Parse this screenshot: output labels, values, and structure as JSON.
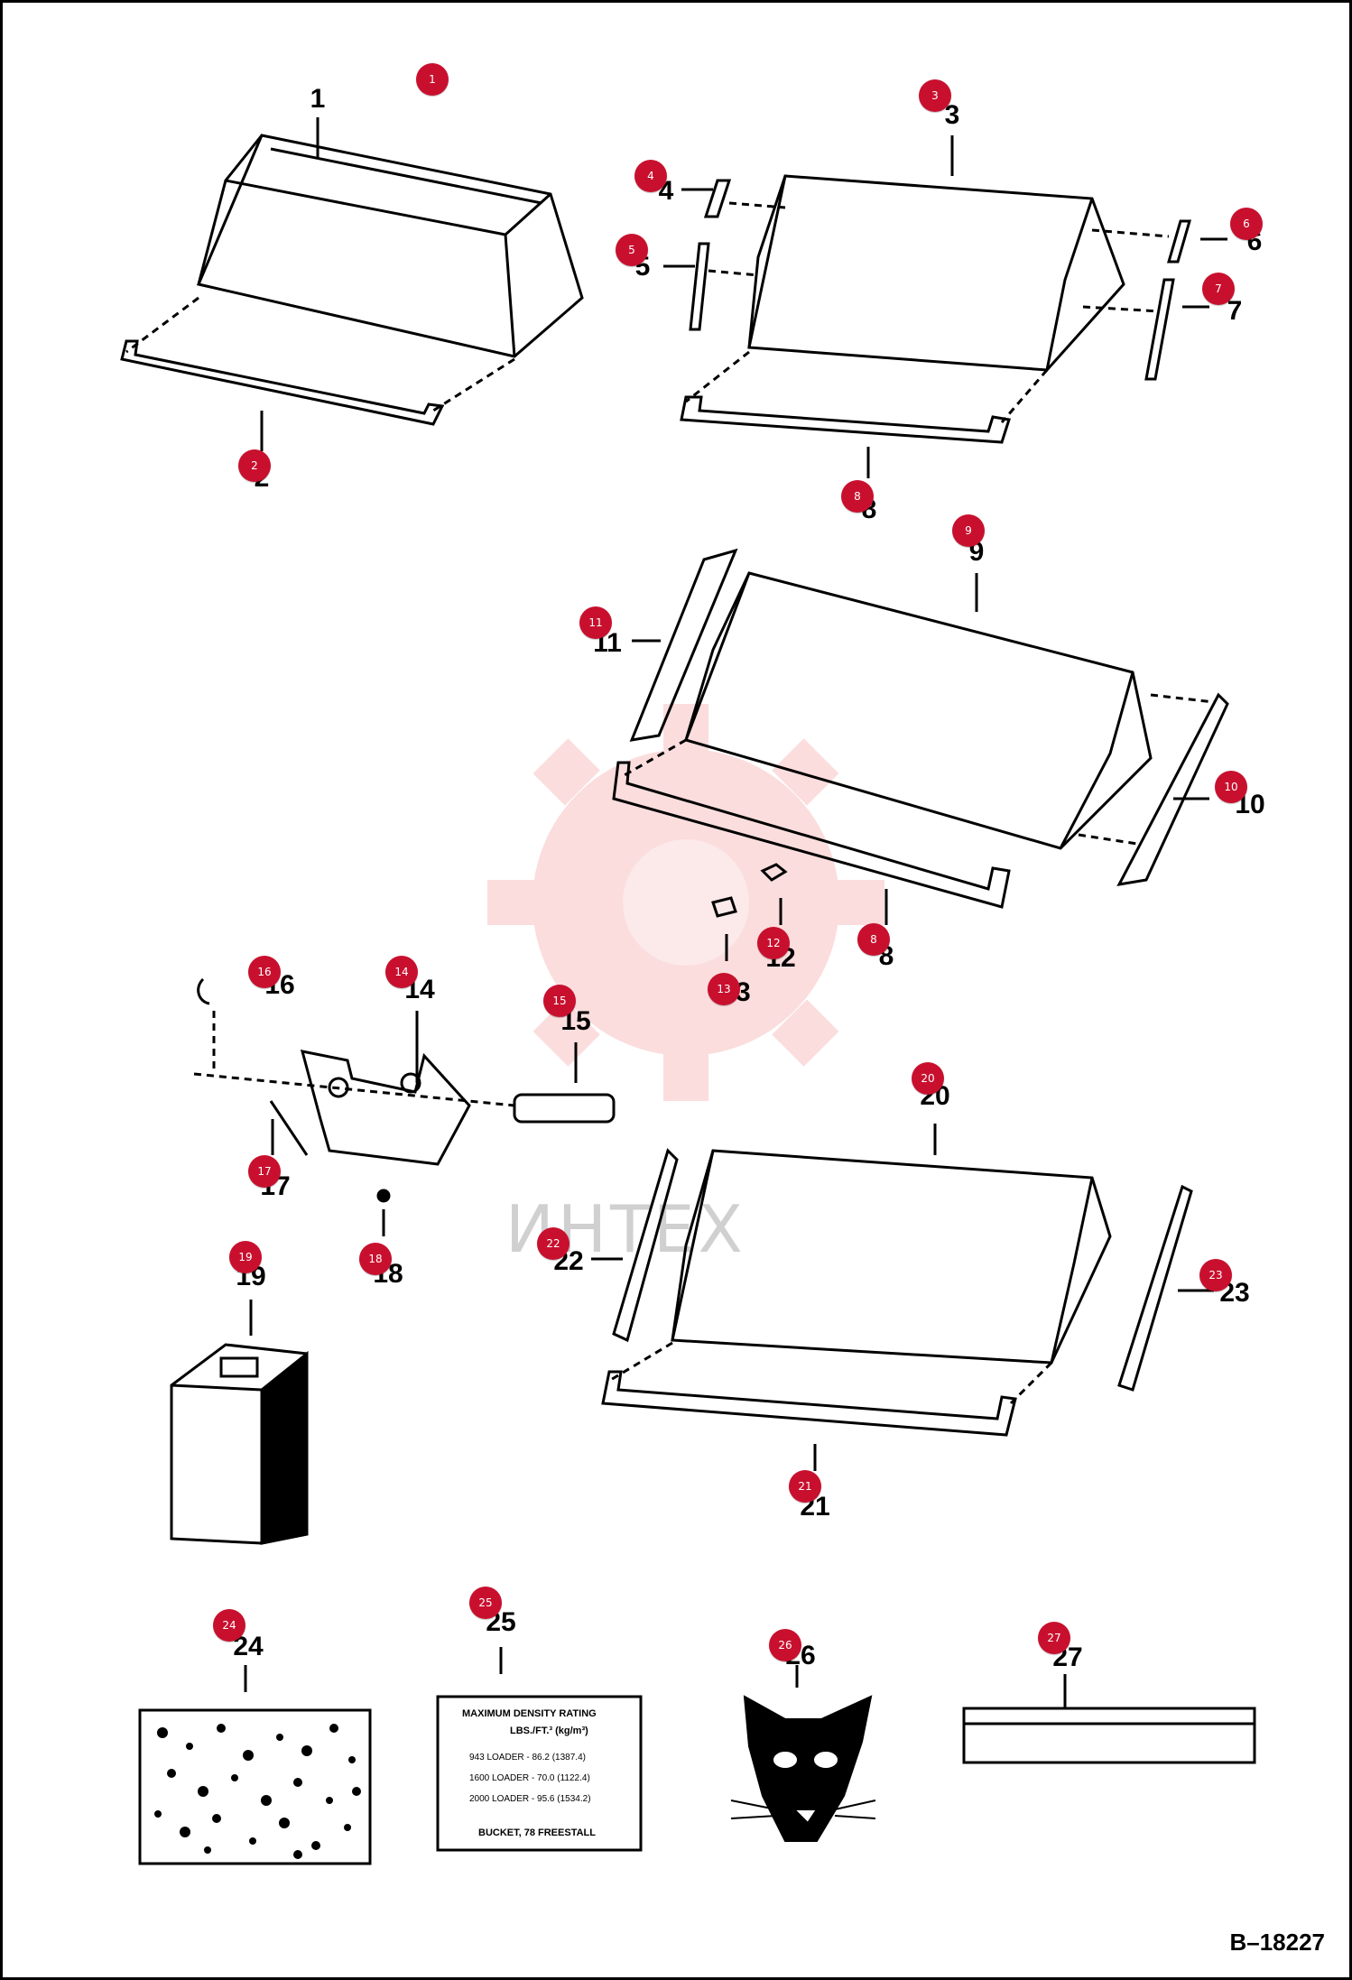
{
  "figure_id": "B–18227",
  "watermark": "ИНТЕХ",
  "callouts": [
    {
      "id": "1",
      "label": "1"
    },
    {
      "id": "2",
      "label": "2"
    },
    {
      "id": "3",
      "label": "3"
    },
    {
      "id": "4",
      "label": "4"
    },
    {
      "id": "5",
      "label": "5"
    },
    {
      "id": "6",
      "label": "6"
    },
    {
      "id": "7",
      "label": "7"
    },
    {
      "id": "8",
      "label": "8"
    },
    {
      "id": "8b",
      "label": "8"
    },
    {
      "id": "9",
      "label": "9"
    },
    {
      "id": "10",
      "label": "10"
    },
    {
      "id": "11",
      "label": "11"
    },
    {
      "id": "12",
      "label": "12"
    },
    {
      "id": "13",
      "label": "13"
    },
    {
      "id": "14",
      "label": "14"
    },
    {
      "id": "15",
      "label": "15"
    },
    {
      "id": "16",
      "label": "16"
    },
    {
      "id": "17",
      "label": "17"
    },
    {
      "id": "18",
      "label": "18"
    },
    {
      "id": "19",
      "label": "19"
    },
    {
      "id": "20",
      "label": "20"
    },
    {
      "id": "21",
      "label": "21"
    },
    {
      "id": "22",
      "label": "22"
    },
    {
      "id": "23",
      "label": "23"
    },
    {
      "id": "24",
      "label": "24"
    },
    {
      "id": "25",
      "label": "25"
    },
    {
      "id": "26",
      "label": "26"
    },
    {
      "id": "27",
      "label": "27"
    }
  ],
  "decal_25": {
    "title": "MAXIMUM DENSITY RATING",
    "units": "LBS./FT.³ (kg/m³)",
    "rows": [
      "943 LOADER - 86.2 (1387.4)",
      "1600 LOADER - 70.0 (1122.4)",
      "2000 LOADER - 95.6 (1534.2)"
    ],
    "footer": "BUCKET, 78 FREESTALL"
  },
  "colors": {
    "marker": "#c8102e",
    "watermark": "#f06a6a",
    "line": "#000000"
  }
}
